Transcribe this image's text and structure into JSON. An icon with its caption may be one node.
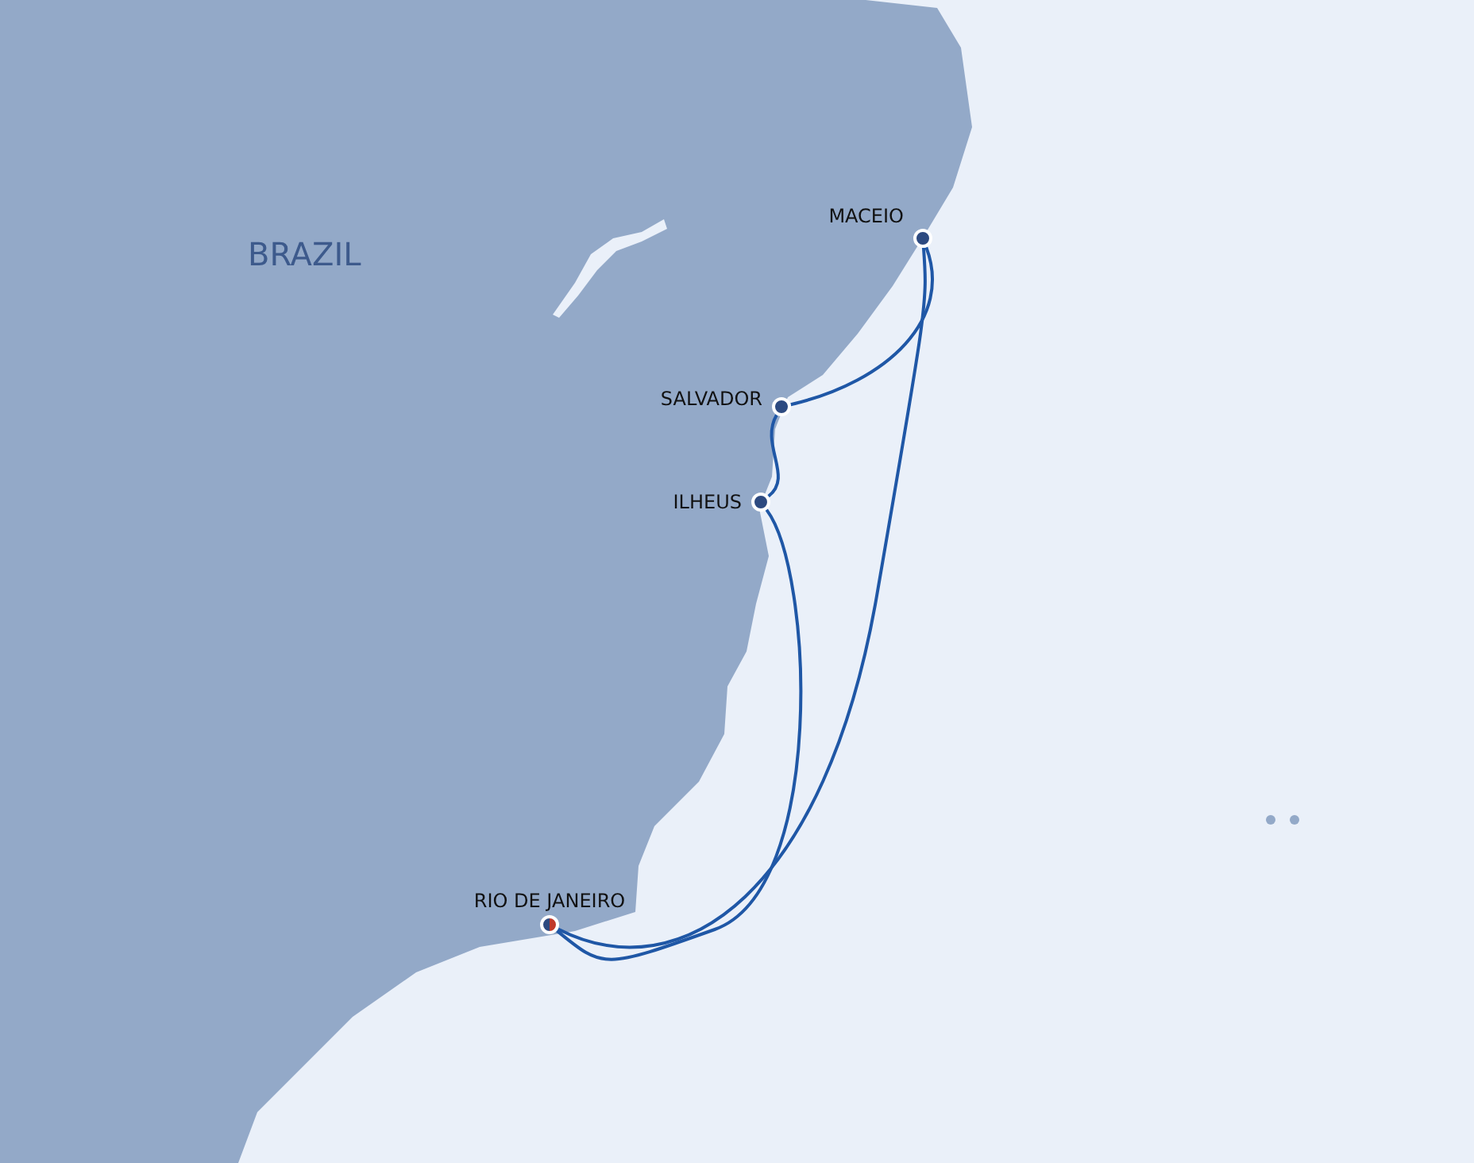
{
  "diagram": {
    "nodes": [
      {
        "text": [
          "MACEIO"
        ]
      },
      {
        "text": [
          "SALVADOR"
        ]
      },
      {
        "text": [
          "ILHEUS"
        ]
      },
      {
        "text": [
          "RIO DE JANEIRO"
        ]
      }
    ],
    "edges": [
      {
        "from": 3,
        "to": 0,
        "arrow": "none"
      },
      {
        "from": 0,
        "to": 1,
        "arrow": "none"
      },
      {
        "from": 1,
        "to": 2,
        "arrow": "none"
      },
      {
        "from": 2,
        "to": 3,
        "arrow": "none"
      }
    ],
    "labels": [
      "BRAZIL"
    ]
  }
}
